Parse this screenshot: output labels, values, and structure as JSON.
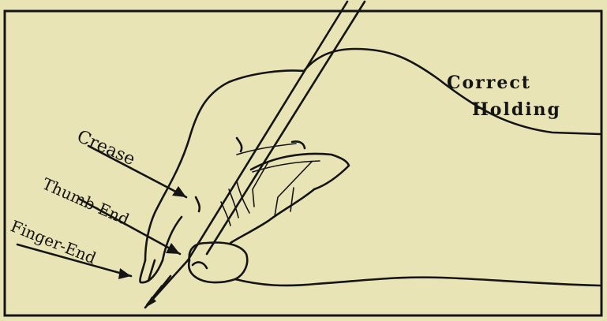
{
  "title": {
    "line1": "Correct",
    "line2": "Holding"
  },
  "labels": {
    "crease": "Crease",
    "thumb_end": "Thumb-End",
    "finger_end": "Finger-End"
  },
  "colors": {
    "paper": "#e9e4b6",
    "ink": "#141414"
  }
}
